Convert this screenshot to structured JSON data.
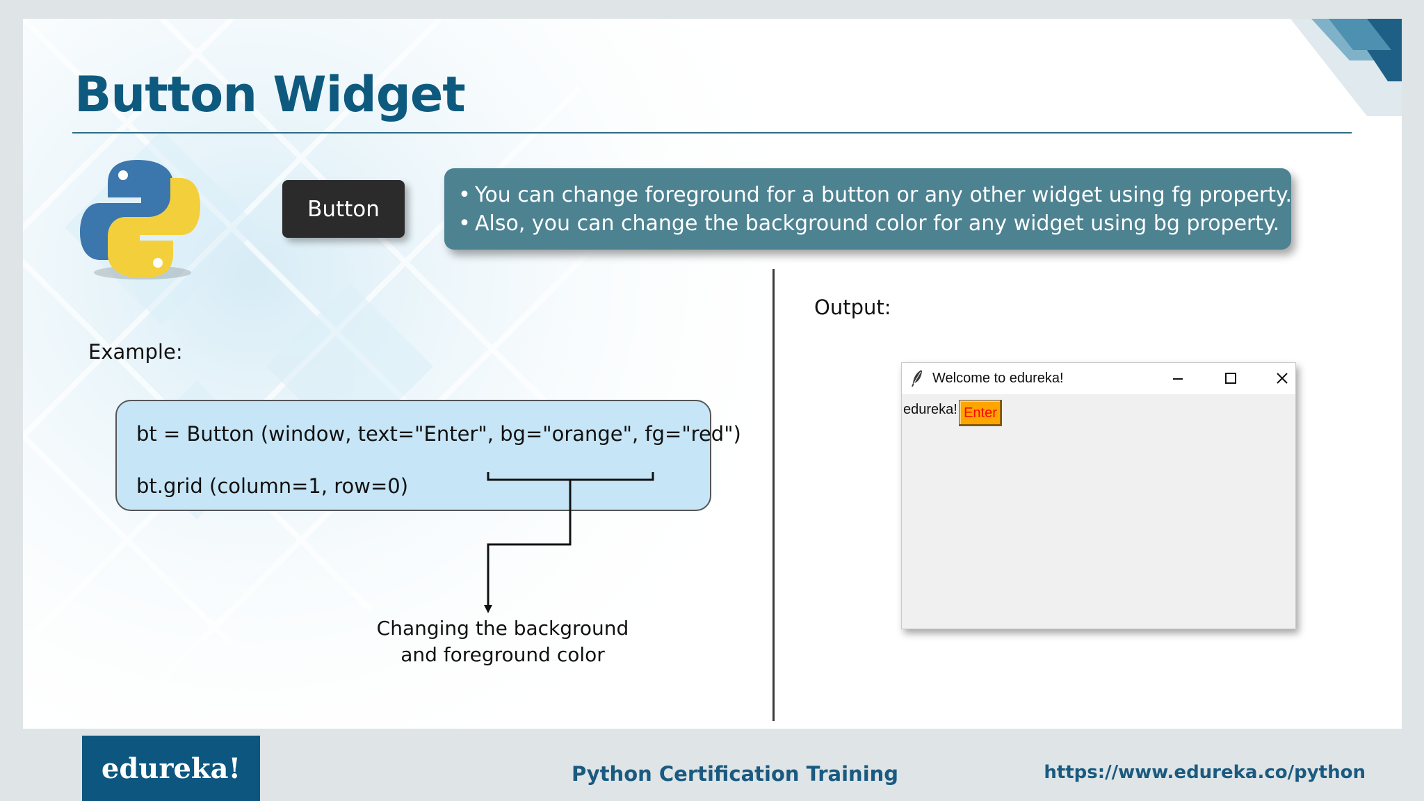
{
  "slide": {
    "title": "Button Widget",
    "demo_button_label": "Button",
    "bullets": [
      "You can change foreground for a button or any other widget using fg property.",
      "Also, you can change the background color for any widget using bg property."
    ],
    "example_label": "Example:",
    "output_label": "Output:",
    "code": {
      "line1": "bt = Button (window, text=\"Enter\", bg=\"orange\", fg=\"red\")",
      "line2": "bt.grid (column=1, row=0)"
    },
    "annotation": {
      "line1": "Changing the background",
      "line2": "and foreground color"
    }
  },
  "tk_window": {
    "title": "Welcome to edureka!",
    "label_text": "edureka!",
    "button_text": "Enter",
    "button_bg": "#ffa500",
    "button_fg": "#ff0000"
  },
  "footer": {
    "brand": "edureka!",
    "course": "Python Certification Training",
    "url": "https://www.edureka.co/python"
  },
  "colors": {
    "title": "#0e5a7f",
    "info_box": "#4d8291",
    "code_box": "#c6e5f6",
    "brand_blue": "#0d5680"
  }
}
